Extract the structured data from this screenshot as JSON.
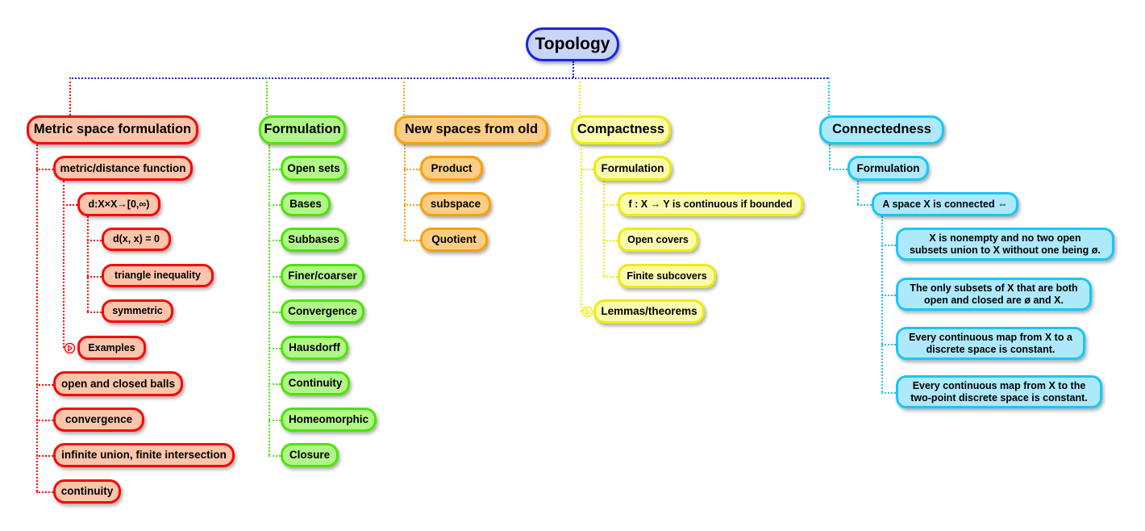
{
  "diagram": {
    "title": "Topology",
    "type": "mind-map",
    "root": {
      "label": "Topology",
      "color": "#1823E6",
      "fill": "#C9D5F7"
    },
    "branches": [
      {
        "id": "metric-space-formulation",
        "label": "Metric space formulation",
        "color": "#FB0505",
        "fill": "#FBC5AC",
        "children": [
          {
            "label": "metric/distance function",
            "children": [
              {
                "label": "d:X×X→[0,∞)",
                "children": [
                  {
                    "label": "d(x, x) = 0"
                  },
                  {
                    "label": "triangle inequality"
                  },
                  {
                    "label": "symmetric"
                  }
                ]
              },
              {
                "label": "Examples",
                "collapsed": true
              }
            ]
          },
          {
            "label": "open and closed balls"
          },
          {
            "label": "convergence"
          },
          {
            "label": "infinite union, finite intersection"
          },
          {
            "label": "continuity"
          }
        ]
      },
      {
        "id": "formulation",
        "label": "Formulation",
        "color": "#4FE305",
        "fill": "#B2F58B",
        "children": [
          {
            "label": "Open sets"
          },
          {
            "label": "Bases"
          },
          {
            "label": "Subbases"
          },
          {
            "label": "Finer/coarser"
          },
          {
            "label": "Convergence"
          },
          {
            "label": "Hausdorff"
          },
          {
            "label": "Continuity"
          },
          {
            "label": "Homeomorphic"
          },
          {
            "label": "Closure"
          }
        ]
      },
      {
        "id": "new-spaces-from-old",
        "label": "New spaces from old",
        "color": "#FB9F05",
        "fill": "#FCCE84",
        "children": [
          {
            "label": "Product"
          },
          {
            "label": "subspace"
          },
          {
            "label": "Quotient"
          }
        ]
      },
      {
        "id": "compactness",
        "label": "Compactness",
        "color": "#EDED06",
        "fill": "#FBFBAE",
        "children": [
          {
            "label": "Formulation",
            "children": [
              {
                "label": "f : X → Y is continuous if bounded"
              },
              {
                "label": "Open covers"
              },
              {
                "label": "Finite subcovers"
              }
            ]
          },
          {
            "label": "Lemmas/theorems",
            "collapsed": true
          }
        ]
      },
      {
        "id": "connectedness",
        "label": "Connectedness",
        "color": "#18C6FB",
        "fill": "#AEE9FB",
        "children": [
          {
            "label": "Formulation",
            "children": [
              {
                "label": "A space X is connected ⇔",
                "children": [
                  {
                    "label": "X is nonempty and no two open\nsubsets union to X without one being ø."
                  },
                  {
                    "label": "The only subsets of X that are both\nopen and closed are ø and X."
                  },
                  {
                    "label": "Every continuous map from X to a\ndiscrete space is constant."
                  },
                  {
                    "label": "Every continuous map from X to the\ntwo-point discrete space is constant."
                  }
                ]
              }
            ]
          }
        ]
      }
    ],
    "icons": {
      "expander": "expand-triangle-icon"
    }
  }
}
